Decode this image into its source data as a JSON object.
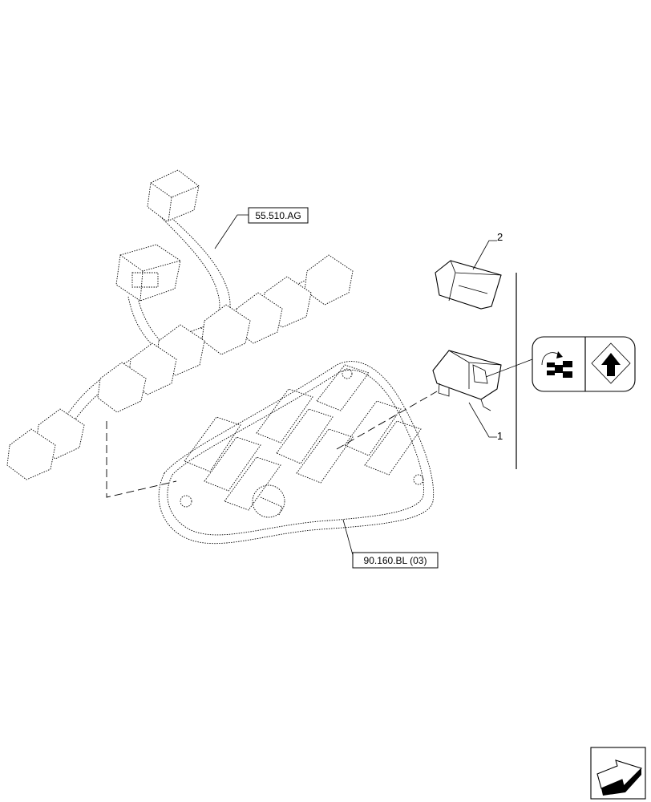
{
  "references": {
    "harness_ref": "55.510.AG",
    "panel_ref": "90.160.BL (03)"
  },
  "callouts": {
    "item_1": "1",
    "item_2": "2"
  },
  "icons": {
    "symbol_left": "tractor-rotation-icon",
    "symbol_right": "up-arrow-icon",
    "nav": "next-page-arrow-icon"
  }
}
